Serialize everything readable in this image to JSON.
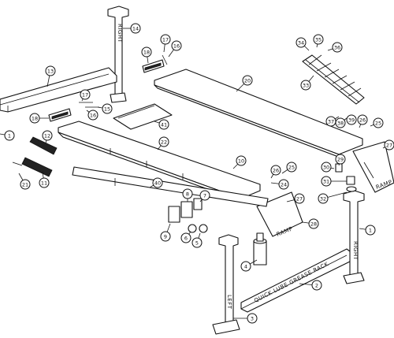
{
  "figure": {
    "colors": {
      "line": "#111111",
      "background": "#ffffff"
    },
    "labels": {
      "post_right_back": "RIGHT",
      "post_right_front": "RIGHT",
      "post_left_front": "LEFT",
      "crossbeam_text": "QUICK LUBE GREASE RACK",
      "ramp_right": "RAMP",
      "ramp_left": "RAMP"
    },
    "callouts": [
      {
        "id": "c1",
        "text": "1"
      },
      {
        "id": "c1b",
        "text": "1"
      },
      {
        "id": "c2",
        "text": "2"
      },
      {
        "id": "c3",
        "text": "3"
      },
      {
        "id": "c4",
        "text": "4"
      },
      {
        "id": "c5",
        "text": "5"
      },
      {
        "id": "c6",
        "text": "6"
      },
      {
        "id": "c7",
        "text": "7"
      },
      {
        "id": "c8",
        "text": "8"
      },
      {
        "id": "c9",
        "text": "9"
      },
      {
        "id": "c10",
        "text": "10"
      },
      {
        "id": "c11",
        "text": "11"
      },
      {
        "id": "c12",
        "text": "12"
      },
      {
        "id": "c13",
        "text": "13"
      },
      {
        "id": "c14",
        "text": "14"
      },
      {
        "id": "c15",
        "text": "15"
      },
      {
        "id": "c16",
        "text": "16"
      },
      {
        "id": "c16b",
        "text": "16"
      },
      {
        "id": "c17",
        "text": "17"
      },
      {
        "id": "c17b",
        "text": "17"
      },
      {
        "id": "c18",
        "text": "18"
      },
      {
        "id": "c18b",
        "text": "18"
      },
      {
        "id": "c20",
        "text": "20"
      },
      {
        "id": "c21",
        "text": "21"
      },
      {
        "id": "c22",
        "text": "22"
      },
      {
        "id": "c24",
        "text": "24"
      },
      {
        "id": "c25",
        "text": "25"
      },
      {
        "id": "c25b",
        "text": "25"
      },
      {
        "id": "c26",
        "text": "26"
      },
      {
        "id": "c26b",
        "text": "26"
      },
      {
        "id": "c27",
        "text": "27"
      },
      {
        "id": "c27b",
        "text": "27"
      },
      {
        "id": "c28",
        "text": "28"
      },
      {
        "id": "c29",
        "text": "29"
      },
      {
        "id": "c30",
        "text": "30"
      },
      {
        "id": "c31",
        "text": "31"
      },
      {
        "id": "c32",
        "text": "32"
      },
      {
        "id": "c33",
        "text": "33"
      },
      {
        "id": "c34",
        "text": "34"
      },
      {
        "id": "c35",
        "text": "35"
      },
      {
        "id": "c36",
        "text": "36"
      },
      {
        "id": "c37",
        "text": "37"
      },
      {
        "id": "c38",
        "text": "38"
      },
      {
        "id": "c39",
        "text": "39"
      },
      {
        "id": "c40",
        "text": "40"
      },
      {
        "id": "c41",
        "text": "41"
      }
    ]
  }
}
